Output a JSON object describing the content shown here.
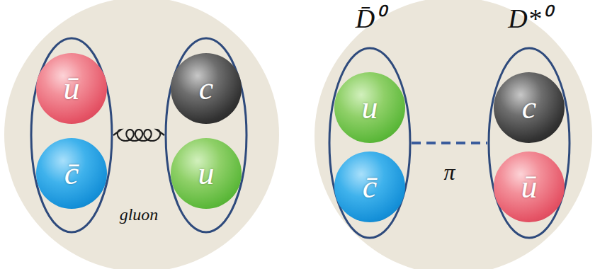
{
  "diagram": {
    "nodes": [
      {
        "text": []
      },
      {
        "text": [
          "ū"
        ],
        "in": 0
      },
      {
        "text": [
          "c̄"
        ],
        "in": 0
      },
      {
        "text": []
      },
      {
        "text": [
          "c"
        ],
        "in": 3
      },
      {
        "text": [
          "u"
        ],
        "in": 3
      },
      {
        "text": [
          "D̄⁰"
        ]
      },
      {
        "text": [
          "u"
        ],
        "in": 6
      },
      {
        "text": [
          "c̄"
        ],
        "in": 6
      },
      {
        "text": [
          "D*⁰"
        ]
      },
      {
        "text": [
          "c"
        ],
        "in": 9
      },
      {
        "text": [
          "ū"
        ],
        "in": 9
      }
    ],
    "edges": [
      {
        "from": 0,
        "to": 3,
        "arrow": "none",
        "label": "gluon"
      },
      {
        "from": 6,
        "to": 9,
        "arrow": "none",
        "label": "π"
      }
    ]
  }
}
